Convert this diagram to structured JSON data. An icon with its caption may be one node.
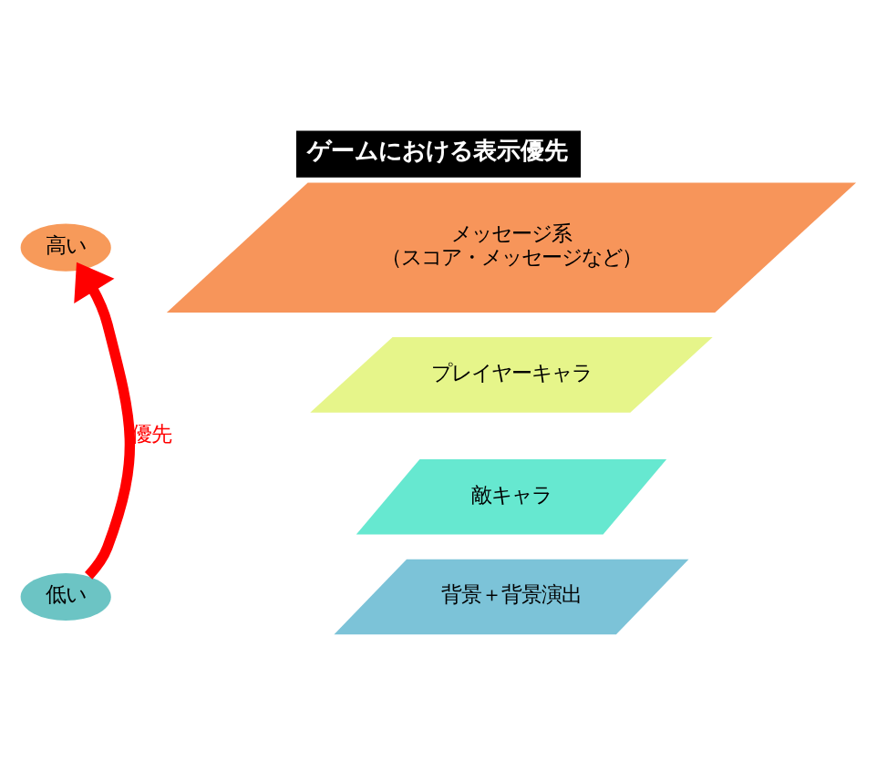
{
  "diagram": {
    "title": "ゲームにおける表示優先",
    "nodes": [
      {
        "text": [
          "高い"
        ]
      },
      {
        "text": [
          "メッセージ系",
          "（スコア・メッセージなど）"
        ]
      },
      {
        "text": [
          "プレイヤーキャラ"
        ]
      },
      {
        "text": [
          "敵キャラ"
        ]
      },
      {
        "text": [
          "背景＋背景演出"
        ]
      },
      {
        "text": [
          "低い"
        ]
      }
    ],
    "edges": [
      {
        "from": 5,
        "to": 0,
        "arrow": "to",
        "label": "優先",
        "color": "#ff0000"
      }
    ]
  }
}
